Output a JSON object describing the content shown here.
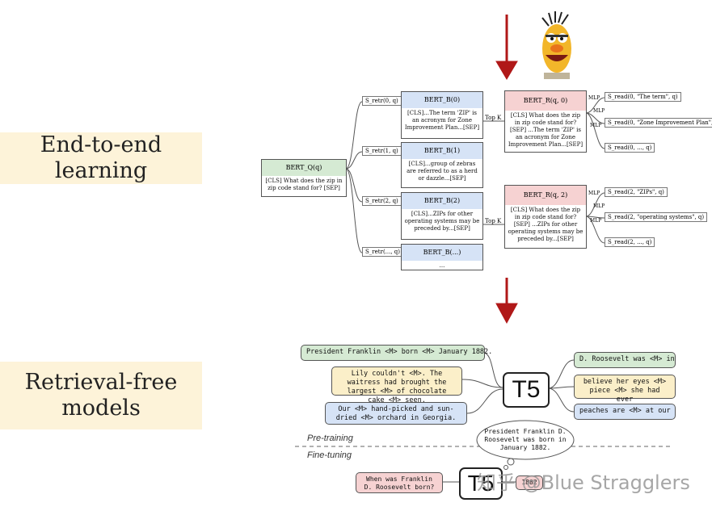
{
  "side_labels": {
    "e2e": "End-to-end learning",
    "retrieval_free": "Retrieval-free models"
  },
  "bert_q": {
    "head": "BERT_Q(q)",
    "body": "[CLS] What does the zip in zip code stand for? [SEP]"
  },
  "retrieval_scores": [
    "S_retr(0, q)",
    "S_retr(1, q)",
    "S_retr(2, q)",
    "S_retr(..., q)"
  ],
  "bert_b": [
    {
      "head": "BERT_B(0)",
      "body": "[CLS]...The term 'ZIP' is an acronym for Zone Improvement Plan...[SEP]"
    },
    {
      "head": "BERT_B(1)",
      "body": "[CLS]...group of zebras are referred to as a herd or dazzle...[SEP]"
    },
    {
      "head": "BERT_B(2)",
      "body": "[CLS]...ZIPs for other operating systems may be preceded by...[SEP]"
    },
    {
      "head": "BERT_B(...)",
      "body": "..."
    }
  ],
  "top_k": "Top K",
  "bert_r": [
    {
      "head": "BERT_R(q, 0)",
      "body": "[CLS] What does the zip in zip code stand for? [SEP] ...The term 'ZIP' is an acronym for Zone Improvement Plan...[SEP]"
    },
    {
      "head": "BERT_R(q, 2)",
      "body": "[CLS] What does the zip in zip code stand for? [SEP] ...ZIPs for other operating systems may be preceded by...[SEP]"
    }
  ],
  "mlp": "MLP",
  "read_scores": [
    [
      "S_read(0, \"The term\", q)",
      "S_read(0, \"Zone Improvement Plan\", q)",
      "S_read(0, ..., q)"
    ],
    [
      "S_read(2, \"ZIPs\", q)",
      "S_read(2, \"operating systems\", q)",
      "S_read(2, ..., q)"
    ]
  ],
  "t5_pretrain_inputs": [
    "President Franklin <M> born <M> January 1882.",
    "Lily couldn't <M>. The waitress had brought the largest <M> of chocolate cake <M> seen.",
    "Our <M> hand-picked and sun-dried <M> orchard in Georgia."
  ],
  "t5_pretrain_outputs": [
    "D. Roosevelt was <M> in",
    "believe her eyes <M> piece <M> she had ever",
    "peaches are <M> at our"
  ],
  "t5_label": "T5",
  "pretraining_label": "Pre-training",
  "finetuning_label": "Fine-tuning",
  "thought_bubble": "President Franklin D. Roosevelt was born in January 1882.",
  "finetune_input": "When was Franklin D. Roosevelt born?",
  "finetune_output": "1882",
  "watermark": "知乎 @Blue Stragglers",
  "colors": {
    "label_bg": "#fdf3d9",
    "green": "#d5ead3",
    "blue": "#d6e3f6",
    "red": "#f6d2d2",
    "yellow": "#fbefc9",
    "arrow_red": "#b01818"
  }
}
